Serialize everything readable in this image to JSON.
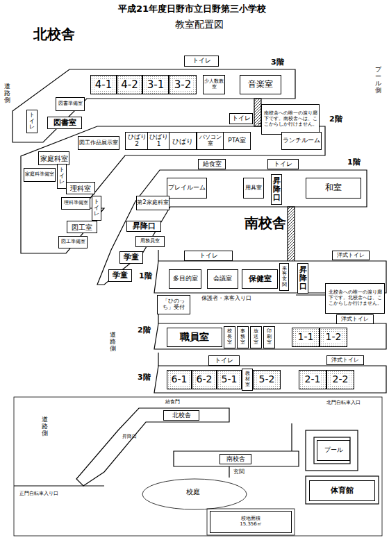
{
  "diagram": {
    "title": "平成21年度日野市立日野第三小学校",
    "nodes": [
      {
        "text": [
          "トイレ"
        ]
      },
      {
        "text": [
          "4-1"
        ]
      },
      {
        "text": [
          "4-2"
        ]
      },
      {
        "text": [
          "3-1"
        ]
      },
      {
        "text": [
          "3-2"
        ]
      },
      {
        "text": [
          "少人数教室"
        ]
      },
      {
        "text": [
          "音楽室"
        ]
      },
      {
        "text": [
          "図書準備室"
        ]
      },
      {
        "text": [
          "トイレ"
        ]
      },
      {
        "text": [
          "図書室"
        ]
      },
      {
        "text": [
          "南校舎への唯一の渡り廊下です。南校舎へは、ここからしか行けません。"
        ]
      },
      {
        "text": [
          "トイレ"
        ]
      },
      {
        "text": [
          "ひばり2"
        ]
      },
      {
        "text": [
          "ひばり1"
        ]
      },
      {
        "text": [
          "ひばり"
        ]
      },
      {
        "text": [
          "パソコン室"
        ]
      },
      {
        "text": [
          "PTA室"
        ]
      },
      {
        "text": [
          "ランチルーム"
        ]
      },
      {
        "text": [
          "図工作品展示室"
        ]
      },
      {
        "text": [
          "家庭科室"
        ]
      },
      {
        "text": [
          "家庭科準備室"
        ]
      },
      {
        "text": [
          "トイレ"
        ]
      },
      {
        "text": [
          "理科室"
        ]
      },
      {
        "text": [
          "理科準備室"
        ]
      },
      {
        "text": [
          "トイレ"
        ]
      },
      {
        "text": [
          "図工室"
        ]
      },
      {
        "text": [
          "図工準備室"
        ]
      },
      {
        "text": [
          "給食室"
        ]
      },
      {
        "text": [
          "トイレ"
        ]
      },
      {
        "text": [
          "プレイルーム"
        ]
      },
      {
        "text": [
          "用具室"
        ]
      },
      {
        "text": [
          "昇降口"
        ]
      },
      {
        "text": [
          "和室"
        ]
      },
      {
        "text": [
          "第2家庭科室"
        ]
      },
      {
        "text": [
          "昇降口"
        ]
      },
      {
        "text": [
          "用務員室"
        ]
      },
      {
        "text": [
          "学童"
        ]
      },
      {
        "text": [
          "学童"
        ]
      },
      {
        "text": [
          "トイレ"
        ]
      },
      {
        "text": [
          "洋式トイレ"
        ]
      },
      {
        "text": [
          "多目的室"
        ]
      },
      {
        "text": [
          "会議室"
        ]
      },
      {
        "text": [
          "保健室"
        ]
      },
      {
        "text": [
          "来客玄関"
        ]
      },
      {
        "text": [
          "昇降口"
        ]
      },
      {
        "text": [
          "「ひのっち」受付"
        ]
      },
      {
        "text": [
          "北校舎への唯一の渡り廊下です。北校舎へは、ここからしか行けません。"
        ]
      },
      {
        "text": [
          "洋式トイレ"
        ]
      },
      {
        "text": [
          "職員室"
        ]
      },
      {
        "text": [
          "校長室"
        ]
      },
      {
        "text": [
          "事務室"
        ]
      },
      {
        "text": [
          "放送室"
        ]
      },
      {
        "text": [
          "印刷室"
        ]
      },
      {
        "text": [
          "1-1"
        ]
      },
      {
        "text": [
          "1-2"
        ]
      },
      {
        "text": [
          "トイレ"
        ]
      },
      {
        "text": [
          "洋式トイレ"
        ]
      },
      {
        "text": [
          "6-1"
        ]
      },
      {
        "text": [
          "6-2"
        ]
      },
      {
        "text": [
          "5-1"
        ]
      },
      {
        "text": [
          "教材室"
        ]
      },
      {
        "text": [
          "5-2"
        ]
      },
      {
        "text": [
          "2-1"
        ]
      },
      {
        "text": [
          "2-2"
        ]
      },
      {
        "text": [
          "北校舎"
        ]
      },
      {
        "text": [
          "南校舎"
        ]
      },
      {
        "text": [
          "プール"
        ]
      },
      {
        "text": [
          "体育館"
        ]
      },
      {
        "text": [
          "校地面積",
          "15,356㎡"
        ]
      }
    ],
    "labels": [
      "教室配置図",
      "北校舎",
      "3階",
      "プール側",
      "道路側",
      "2階",
      "1階",
      "南校舎",
      "1階",
      "保護者・来客入り口",
      "2階",
      "道路側",
      "3階",
      "給食門",
      "北門自転車入口",
      "昇降口",
      "道路側",
      "玄関",
      "校庭",
      "正門自転車入り口"
    ]
  }
}
